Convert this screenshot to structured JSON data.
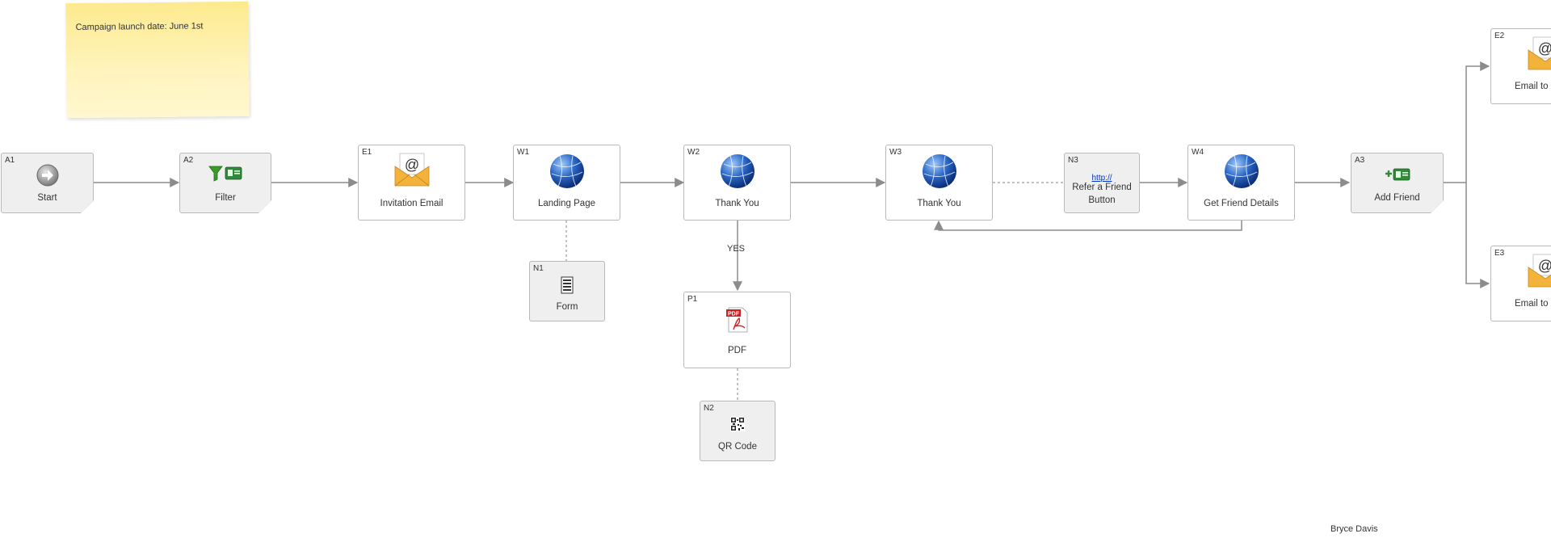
{
  "note": {
    "text": "Campaign launch date: June 1st"
  },
  "nodes": {
    "a1": {
      "id": "A1",
      "label": "Start"
    },
    "a2": {
      "id": "A2",
      "label": "Filter"
    },
    "e1": {
      "id": "E1",
      "label": "Invitation Email"
    },
    "w1": {
      "id": "W1",
      "label": "Landing Page"
    },
    "n1": {
      "id": "N1",
      "label": "Form"
    },
    "w2": {
      "id": "W2",
      "label": "Thank You"
    },
    "p1": {
      "id": "P1",
      "label": "PDF"
    },
    "n2": {
      "id": "N2",
      "label": "QR Code"
    },
    "w3": {
      "id": "W3",
      "label": "Thank You"
    },
    "n3": {
      "id": "N3",
      "label_line1": "Refer a Friend",
      "label_line2": "Button",
      "icon_text": "http://"
    },
    "w4": {
      "id": "W4",
      "label": "Get Friend Details"
    },
    "a3": {
      "id": "A3",
      "label": "Add Friend"
    },
    "e2": {
      "id": "E2",
      "label": "Email to F"
    },
    "e3": {
      "id": "E3",
      "label": "Email to R"
    }
  },
  "connector_labels": {
    "yes": "YES"
  },
  "signature": "Bryce Davis",
  "icons": {
    "start": "arrow-circle-icon",
    "filter": "filter-funnel-icon",
    "email": "envelope-at-icon",
    "web": "globe-icon",
    "form": "form-document-icon",
    "pdf": "pdf-file-icon",
    "qr": "qr-code-icon",
    "link": "http-link-icon",
    "add": "add-contact-icon"
  },
  "colors": {
    "connector": "#8c8c8c",
    "note": "#fdea8e",
    "node_border": "#b9b9b9"
  }
}
